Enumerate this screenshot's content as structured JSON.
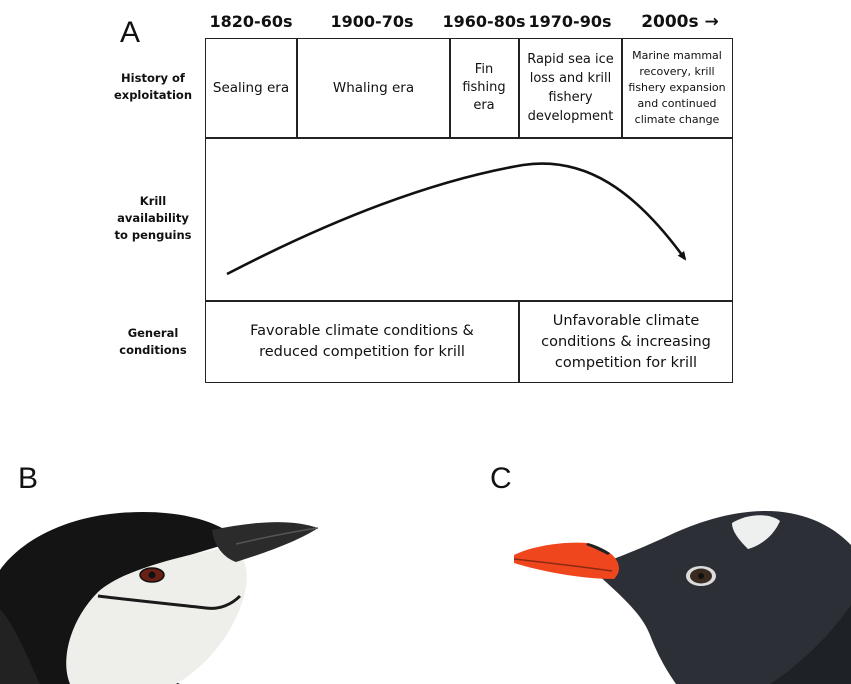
{
  "panel_a": {
    "letter": "A",
    "era_headers": [
      "1820-60s",
      "1900-70s",
      "1960-80s",
      "1970-90s",
      "2000s →"
    ],
    "row_labels": {
      "history": "History of\nexploitation",
      "krill": "Krill\navailability\nto penguins",
      "general": "General\nconditions"
    },
    "history_cells": [
      "Sealing era",
      "Whaling era",
      "Fin fishing\nera",
      "Rapid sea ice\nloss and krill\nfishery\ndevelopment",
      "Marine mammal\nrecovery, krill\nfishery expansion\nand continued\nclimate change"
    ],
    "general_cells": [
      "Favorable climate conditions &\nreduced competition for krill",
      "Unfavorable climate\nconditions & increasing\ncompetition for krill"
    ]
  },
  "panel_b": {
    "letter": "B"
  },
  "panel_c": {
    "letter": "C"
  },
  "colors": {
    "chinstrap_beak": "#2b2b2b",
    "gentoo_beak": "#f0461e",
    "gentoo_head": "#2c3036",
    "chinstrap_cap": "#141414"
  },
  "icons": [
    "chinstrap-penguin-photo",
    "gentoo-penguin-photo",
    "trend-arrow"
  ]
}
